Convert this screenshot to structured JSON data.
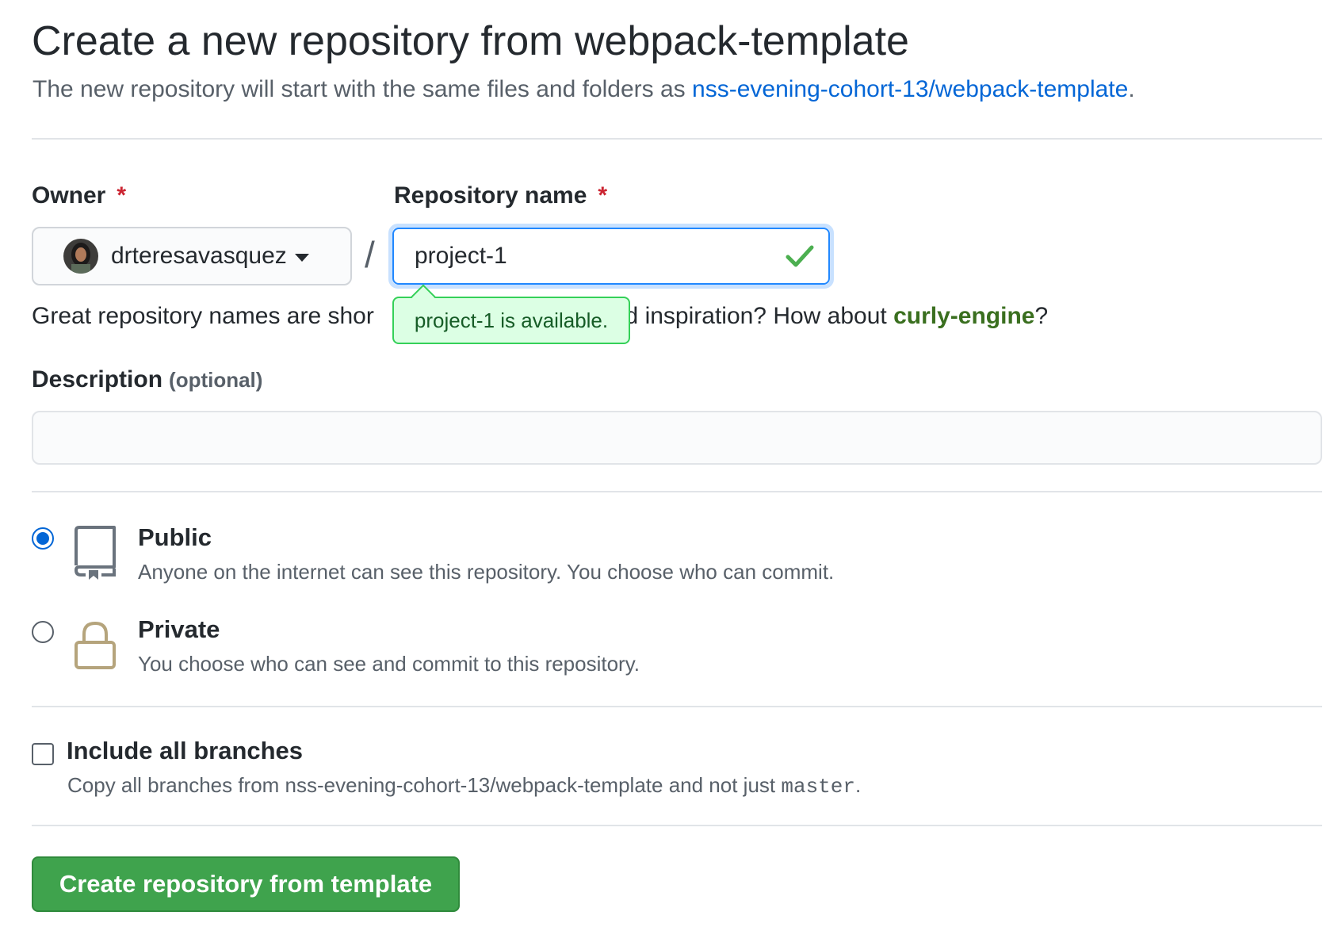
{
  "header": {
    "title": "Create a new repository from webpack-template",
    "subtitle_prefix": "The new repository will start with the same files and folders as ",
    "template_link": "nss-evening-cohort-13/webpack-template",
    "subtitle_suffix": "."
  },
  "owner": {
    "label": "Owner",
    "required_mark": "*",
    "selected": "drteresavasquez",
    "avatar_icon": "user-avatar"
  },
  "separator": "/",
  "repo_name": {
    "label": "Repository name",
    "required_mark": "*",
    "value": "project-1",
    "status_icon": "check-icon",
    "availability_tooltip": "project-1 is available."
  },
  "hint": {
    "prefix": "Great repository names are shor",
    "middle": "ed inspiration? How about ",
    "suggestion": "curly-engine",
    "suffix": "?"
  },
  "description": {
    "label": "Description",
    "optional_note": "(optional)",
    "value": ""
  },
  "visibility": {
    "public": {
      "title": "Public",
      "description": "Anyone on the internet can see this repository. You choose who can commit.",
      "icon": "repo-icon",
      "checked": true
    },
    "private": {
      "title": "Private",
      "description": "You choose who can see and commit to this repository.",
      "icon": "lock-icon",
      "checked": false
    }
  },
  "branches": {
    "title": "Include all branches",
    "description_prefix": "Copy all branches from nss-evening-cohort-13/webpack-template and not just ",
    "branch_name": "master",
    "description_suffix": ".",
    "checked": false
  },
  "submit": {
    "label": "Create repository from template"
  },
  "colors": {
    "link": "#0366d6",
    "required": "#cb2431",
    "success": "#28a745",
    "button_green": "#3fa34d",
    "tooltip_bg": "#dcffe4"
  }
}
